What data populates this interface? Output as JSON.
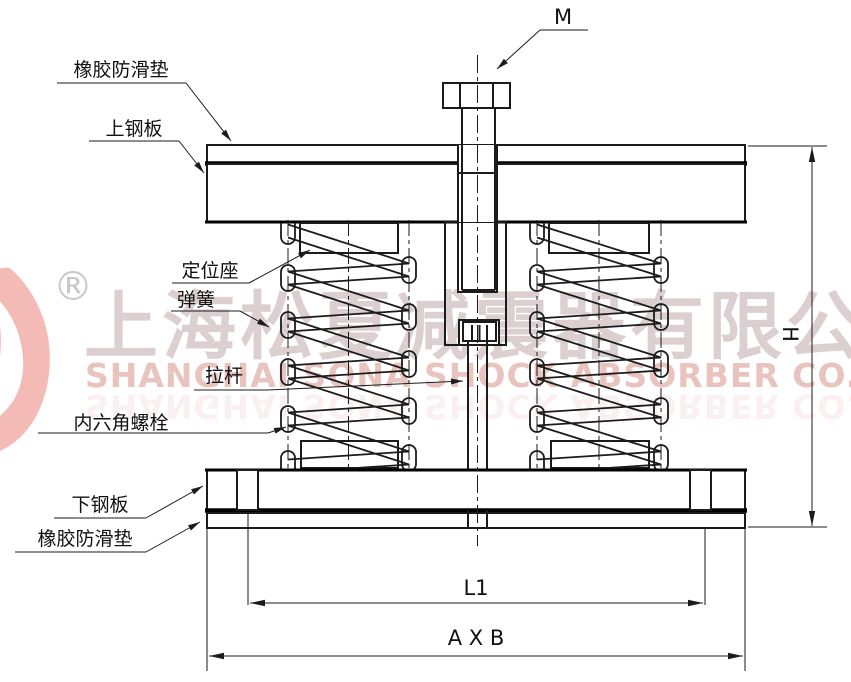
{
  "colors": {
    "line": "#1b1b1b",
    "thick": "#000000",
    "wm-cn": "#cfc1bf",
    "wm-en": "#e7bdb8",
    "wm-logo": "#f2aba4",
    "wm-mark": "#c9c9c9",
    "bg": "#ffffff"
  },
  "watermark": {
    "registered_mark": "®",
    "cn": "上海松夏减震器有限公司",
    "en": "SHANGHAI SONA SHOCK ABSORBER CO., L"
  },
  "labels": {
    "top_bolt": "M",
    "rubber_pad_top": "橡胶防滑垫",
    "upper_plate": "上钢板",
    "positioning_seat": "定位座",
    "spring": "弹簧",
    "tie_rod": "拉杆",
    "socket_bolt": "内六角螺栓",
    "lower_plate": "下钢板",
    "rubber_pad_bottom": "橡胶防滑垫"
  },
  "dimensions": {
    "height": "H",
    "length_inner": "L1",
    "footprint": "A X B"
  }
}
